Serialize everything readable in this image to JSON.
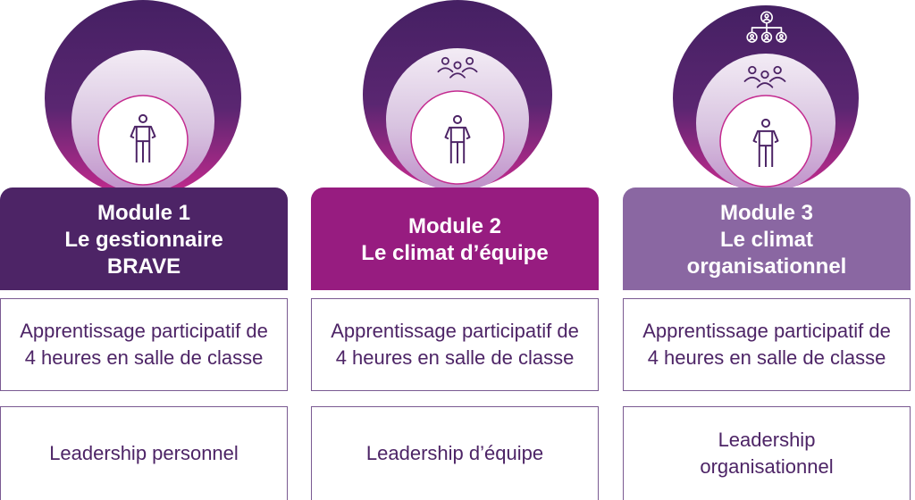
{
  "modules": [
    {
      "title": "Module 1",
      "subtitle_lines": [
        "Le gestionnaire",
        "BRAVE"
      ],
      "format": "Apprentissage participatif de 4 heures en salle de classe",
      "leadership": "Leadership personnel",
      "header_color": "#4d2466",
      "icons": [
        "person-icon"
      ]
    },
    {
      "title": "Module 2",
      "subtitle_lines": [
        "Le climat d’équipe"
      ],
      "format": "Apprentissage participatif de 4 heures en salle de classe",
      "leadership": "Leadership d’équipe",
      "header_color": "#971c80",
      "icons": [
        "team-icon",
        "person-icon"
      ]
    },
    {
      "title": "Module 3",
      "subtitle_lines": [
        "Le climat",
        "organisationnel"
      ],
      "format": "Apprentissage participatif de 4 heures en salle de classe",
      "leadership": "Leadership organisationnel",
      "header_color": "#8a67a2",
      "icons": [
        "org-chart-icon",
        "team-icon",
        "person-icon"
      ]
    }
  ],
  "colors": {
    "outer_circle_top": "#4d2466",
    "outer_circle_bottom": "#c42a8f",
    "inner_circle_top": "#efe6f2",
    "inner_circle_bottom": "#c9a9d6",
    "text": "#4d2466",
    "border": "#7a5a92"
  }
}
